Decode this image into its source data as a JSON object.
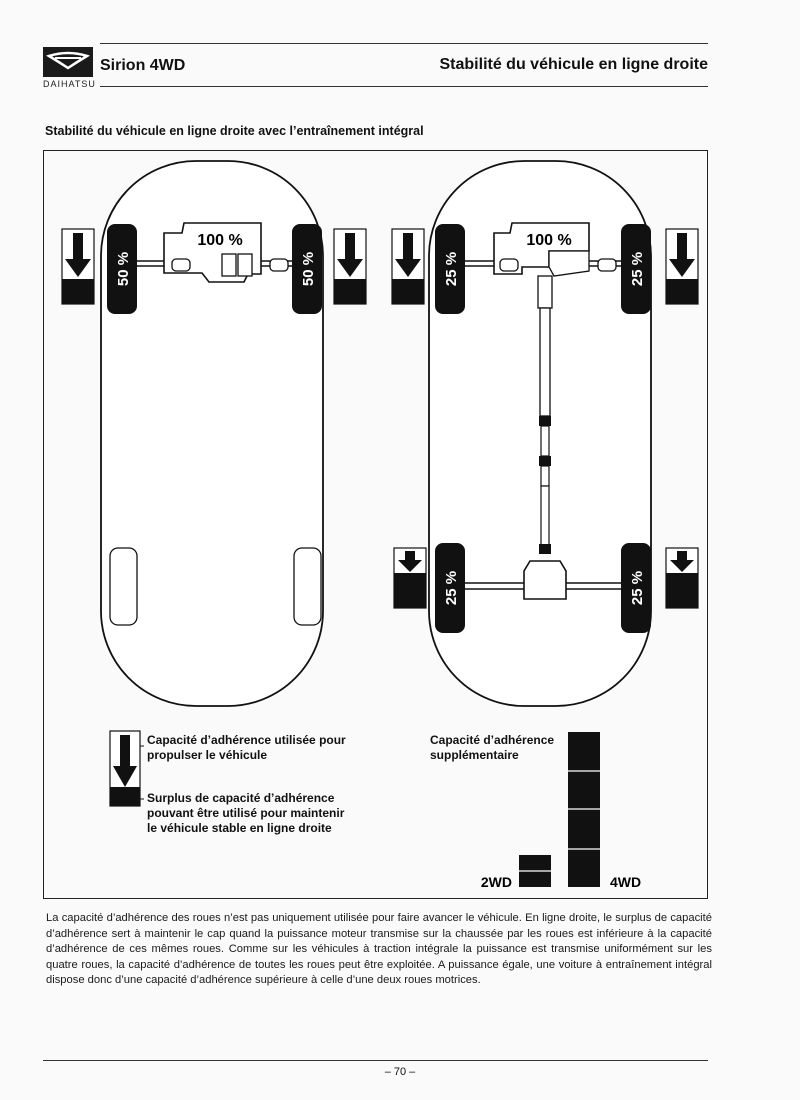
{
  "header": {
    "brand": "DAIHATSU",
    "model": "Sirion 4WD",
    "topic": "Stabilité du véhicule en ligne droite"
  },
  "section_title": "Stabilité du véhicule en ligne droite avec l’entraînement intégral",
  "diagram": {
    "engine_share": "100 %",
    "front_2wd_share": "50 %",
    "wheel_4wd_share": "25 %"
  },
  "legend": {
    "used_capacity": "Capacité d’adhérence utilisée pour propulser le véhicule",
    "surplus_capacity": "Surplus de capacité d’adhérence pouvant être utilisé pour maintenir le véhicule stable en ligne droite",
    "extra_capacity": "Capacité d’adhérence supplémentaire",
    "label_2wd": "2WD",
    "label_4wd": "4WD"
  },
  "body_text": "La capacité d’adhérence des roues n’est pas uniquement utilisée pour faire avancer le véhicule. En ligne droite, le surplus de capacité d’adhérence sert à maintenir le cap quand la puissance moteur transmise sur la chaussée par les roues est inférieure à la capacité d’adhérence de ces mêmes roues. Comme sur les véhicules à traction intégrale la puissance est transmise uniformément sur les quatre roues, la capacité d’adhérence de toutes les roues peut être exploitée. A puissance égale, une voiture à entraînement intégral dispose donc d’une capacité d’adhérence supérieure à celle d’une deux roues motrices.",
  "page_number": "– 70 –",
  "colors": {
    "ink": "#1a1a1a",
    "paper": "#fafafa"
  }
}
